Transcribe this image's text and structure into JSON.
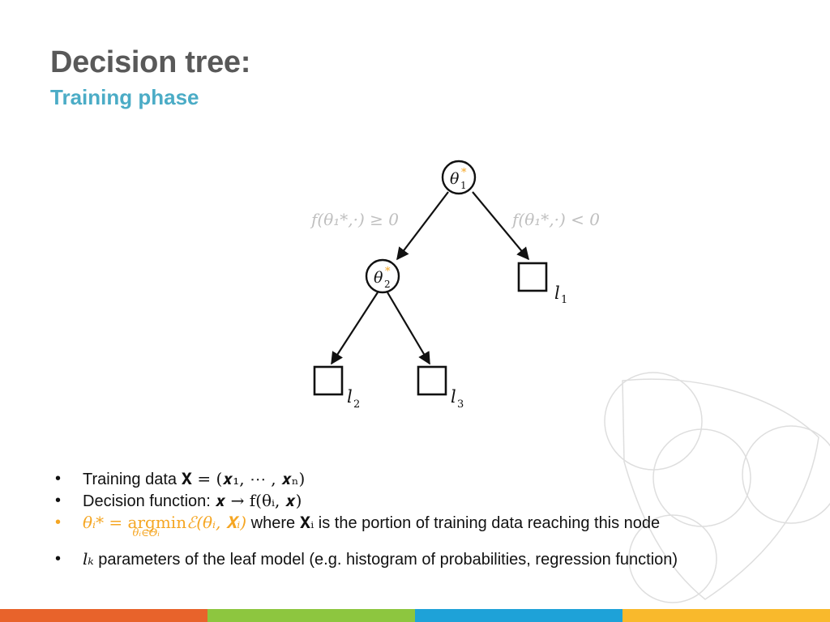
{
  "slide": {
    "title": "Decision tree:",
    "subtitle": "Training phase"
  },
  "diagram": {
    "nodes": {
      "root": {
        "symbol": "θ",
        "sub": "1",
        "sup": "*"
      },
      "split": {
        "symbol": "θ",
        "sub": "2",
        "sup": "*"
      }
    },
    "edge_labels": {
      "left_cond": "f(θ₁*,·) ≥ 0",
      "right_cond": "f(θ₁*,·) < 0"
    },
    "leaves": {
      "l1": {
        "symbol": "l",
        "sub": "1"
      },
      "l2": {
        "symbol": "l",
        "sub": "2"
      },
      "l3": {
        "symbol": "l",
        "sub": "3"
      }
    }
  },
  "bullets": {
    "marker": "•",
    "b1": {
      "text": "Training data ",
      "math": "𝐗 = (𝒙₁, ⋯ , 𝒙ₙ)"
    },
    "b2": {
      "text": "Decision function: ",
      "math": "𝒙 → f(θᵢ, 𝒙)"
    },
    "b3": {
      "lhs": "θᵢ* = ",
      "op": "argmin",
      "op_under": "θᵢ∈Θᵢ",
      "rhs": "ℰ(θᵢ, 𝐗ᵢ)",
      "text_a": " where ",
      "x_sym": "𝐗ᵢ",
      "text_b": " is the portion of training data reaching this node"
    },
    "b4": {
      "sym": "lₖ",
      "text": " parameters of the leaf model (e.g. histogram of probabilities, regression function)"
    }
  },
  "colors": {
    "title": "#595959",
    "subtitle": "#4bacc6",
    "highlight": "#f5a623",
    "edge_label": "#bfbfbf",
    "footer": [
      "#e8632b",
      "#8dc63f",
      "#1ea2d8",
      "#f9b92c"
    ]
  },
  "icons": {
    "decorative": "circles-cluster-logo"
  }
}
